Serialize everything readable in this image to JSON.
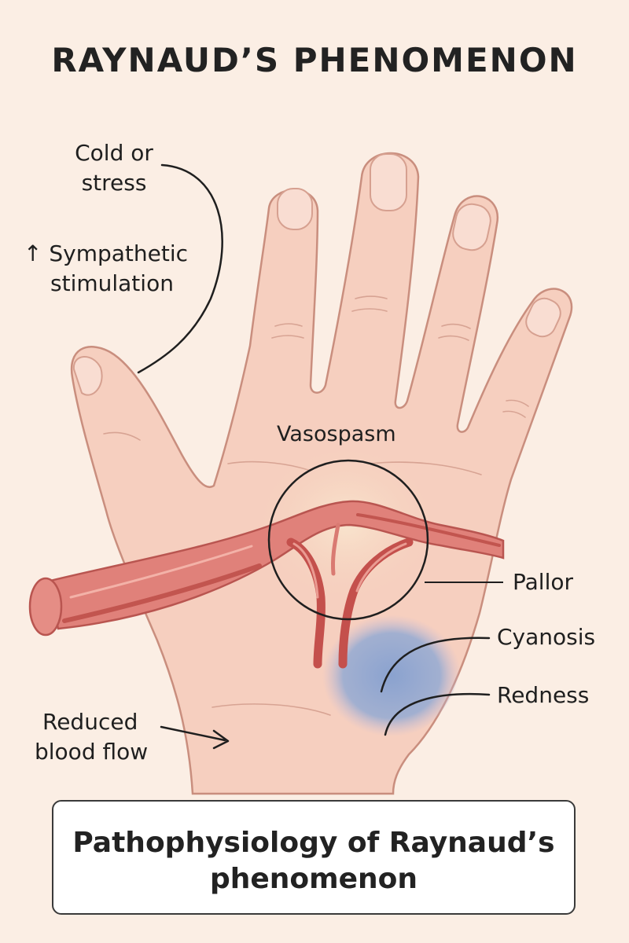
{
  "title": "RAYNAUD’S PHENOMENON",
  "labels": {
    "cold_line1": "Cold or",
    "cold_line2": "stress",
    "symp_arrow": "↑",
    "symp_line1": "Sympathetic",
    "symp_line2": "stimulation",
    "vasospasm": "Vasospasm",
    "pallor": "Pallor",
    "cyanosis": "Cyanosis",
    "redness": "Redness",
    "reduced_line1": "Reduced",
    "reduced_line2": "blood flow"
  },
  "caption": {
    "line1": "Pathophysiology of Raynaud’s",
    "line2": "phenomenon"
  },
  "colors": {
    "background": "#fbeee4",
    "skin": "#f6cfbf",
    "skin_outline": "#c98e7e",
    "vessel": "#d86d64",
    "vessel_dark": "#b84a45",
    "cyanosis": "#8fa6cf",
    "pallor": "#f7dcc6"
  }
}
